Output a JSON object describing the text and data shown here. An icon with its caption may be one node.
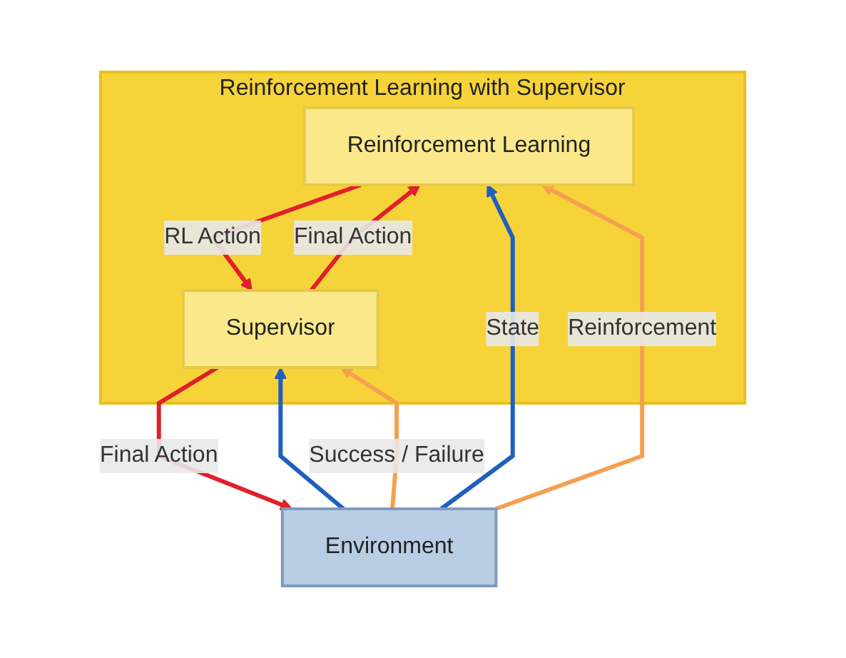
{
  "diagram": {
    "nodes": [
      {
        "text": [
          "Reinforcement Learning with Supervisor"
        ]
      },
      {
        "text": [
          "Reinforcement Learning"
        ],
        "in": 0
      },
      {
        "text": [
          "Supervisor"
        ],
        "in": 0
      },
      {
        "text": [
          "Environment"
        ]
      }
    ],
    "edges": [
      {
        "from": 3,
        "to": 1,
        "arrow": "to",
        "label": "State",
        "color": "#1f5fbf"
      },
      {
        "from": 3,
        "to": 2,
        "arrow": "to",
        "color": "#1f5fbf"
      },
      {
        "from": 1,
        "to": 2,
        "arrow": "to",
        "label": "RL Action"
      },
      {
        "from": 2,
        "to": 1,
        "arrow": "to",
        "label": "Final Action"
      },
      {
        "from": 3,
        "to": 2,
        "arrow": "to",
        "label": "Success / Failure",
        "color": "#f5a04f"
      },
      {
        "from": 2,
        "to": 3,
        "arrow": "to",
        "label": "Final Action"
      },
      {
        "from": 3,
        "to": 1,
        "arrow": "to",
        "label": "Reinforcement",
        "color": "#f5a04f"
      }
    ]
  }
}
